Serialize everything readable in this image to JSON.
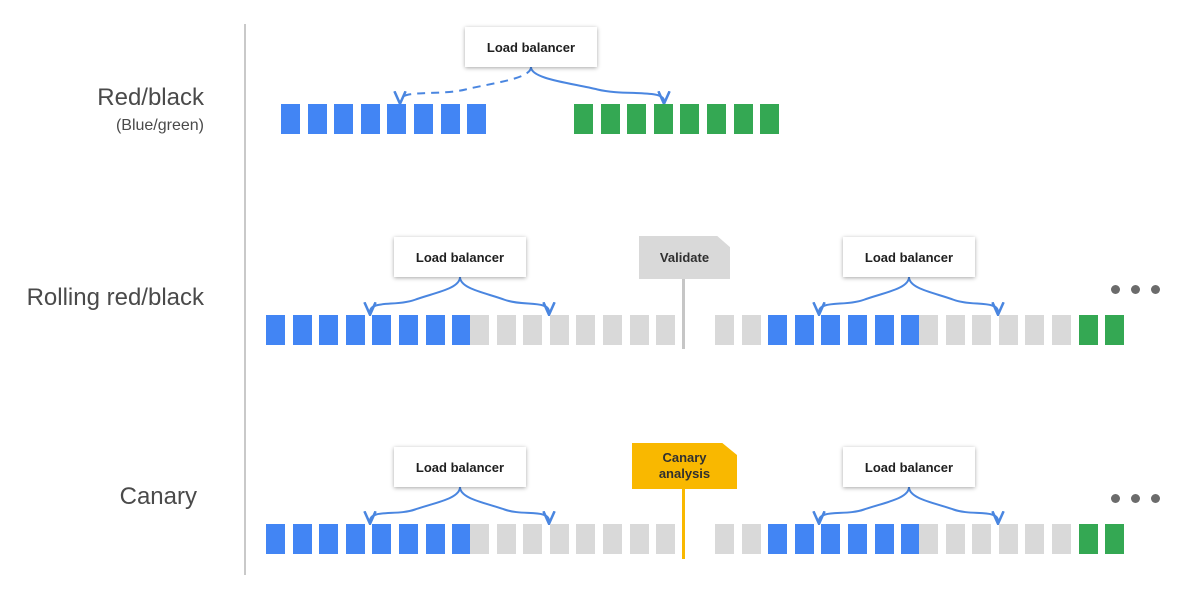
{
  "colors": {
    "blue": "#4285f4",
    "green": "#34a853",
    "gray": "#d9d9d9",
    "arrow": "#4a86e0",
    "canary": "#f9b800",
    "validate_pole": "#c6c6c6"
  },
  "rows": [
    {
      "id": "red-black",
      "title": "Red/black",
      "subtitle": "(Blue/green)",
      "groups": [
        {
          "cells": [
            "blue",
            "blue",
            "blue",
            "blue",
            "blue",
            "blue",
            "blue",
            "blue"
          ]
        },
        {
          "cells": [
            "green",
            "green",
            "green",
            "green",
            "green",
            "green",
            "green",
            "green"
          ]
        }
      ],
      "balancers": [
        {
          "label": "Load balancer",
          "targets": [
            {
              "group": 0,
              "style": "dashed"
            },
            {
              "group": 1,
              "style": "solid"
            }
          ]
        }
      ],
      "gate": null,
      "continues": false
    },
    {
      "id": "rolling",
      "title": "Rolling red/black",
      "subtitle": "",
      "groups": [
        {
          "cells": [
            "blue",
            "blue",
            "blue",
            "blue",
            "blue",
            "blue",
            "blue",
            "blue"
          ]
        },
        {
          "cells": [
            "gray",
            "gray",
            "gray",
            "gray",
            "gray",
            "gray",
            "gray",
            "gray"
          ]
        },
        {
          "cells": [
            "gray",
            "gray",
            "blue",
            "blue",
            "blue",
            "blue",
            "blue",
            "blue"
          ]
        },
        {
          "cells": [
            "gray",
            "gray",
            "gray",
            "gray",
            "gray",
            "gray",
            "green",
            "green"
          ]
        }
      ],
      "balancers": [
        {
          "label": "Load balancer",
          "targets": [
            {
              "group": 0,
              "style": "solid"
            },
            {
              "group": 1,
              "style": "solid"
            }
          ]
        },
        {
          "label": "Load balancer",
          "targets": [
            {
              "group": 2,
              "style": "solid"
            },
            {
              "group": 3,
              "style": "solid"
            }
          ]
        }
      ],
      "gate": {
        "label": "Validate",
        "kind": "validate"
      },
      "continues": true
    },
    {
      "id": "canary",
      "title": "Canary",
      "subtitle": "",
      "groups": [
        {
          "cells": [
            "blue",
            "blue",
            "blue",
            "blue",
            "blue",
            "blue",
            "blue",
            "blue"
          ]
        },
        {
          "cells": [
            "gray",
            "gray",
            "gray",
            "gray",
            "gray",
            "gray",
            "gray",
            "gray"
          ]
        },
        {
          "cells": [
            "gray",
            "gray",
            "blue",
            "blue",
            "blue",
            "blue",
            "blue",
            "blue"
          ]
        },
        {
          "cells": [
            "gray",
            "gray",
            "gray",
            "gray",
            "gray",
            "gray",
            "green",
            "green"
          ]
        }
      ],
      "balancers": [
        {
          "label": "Load balancer",
          "targets": [
            {
              "group": 0,
              "style": "solid"
            },
            {
              "group": 1,
              "style": "solid"
            }
          ]
        },
        {
          "label": "Load balancer",
          "targets": [
            {
              "group": 2,
              "style": "solid"
            },
            {
              "group": 3,
              "style": "solid"
            }
          ]
        }
      ],
      "gate": {
        "label": "Canary analysis",
        "kind": "canary"
      },
      "continues": true
    }
  ]
}
